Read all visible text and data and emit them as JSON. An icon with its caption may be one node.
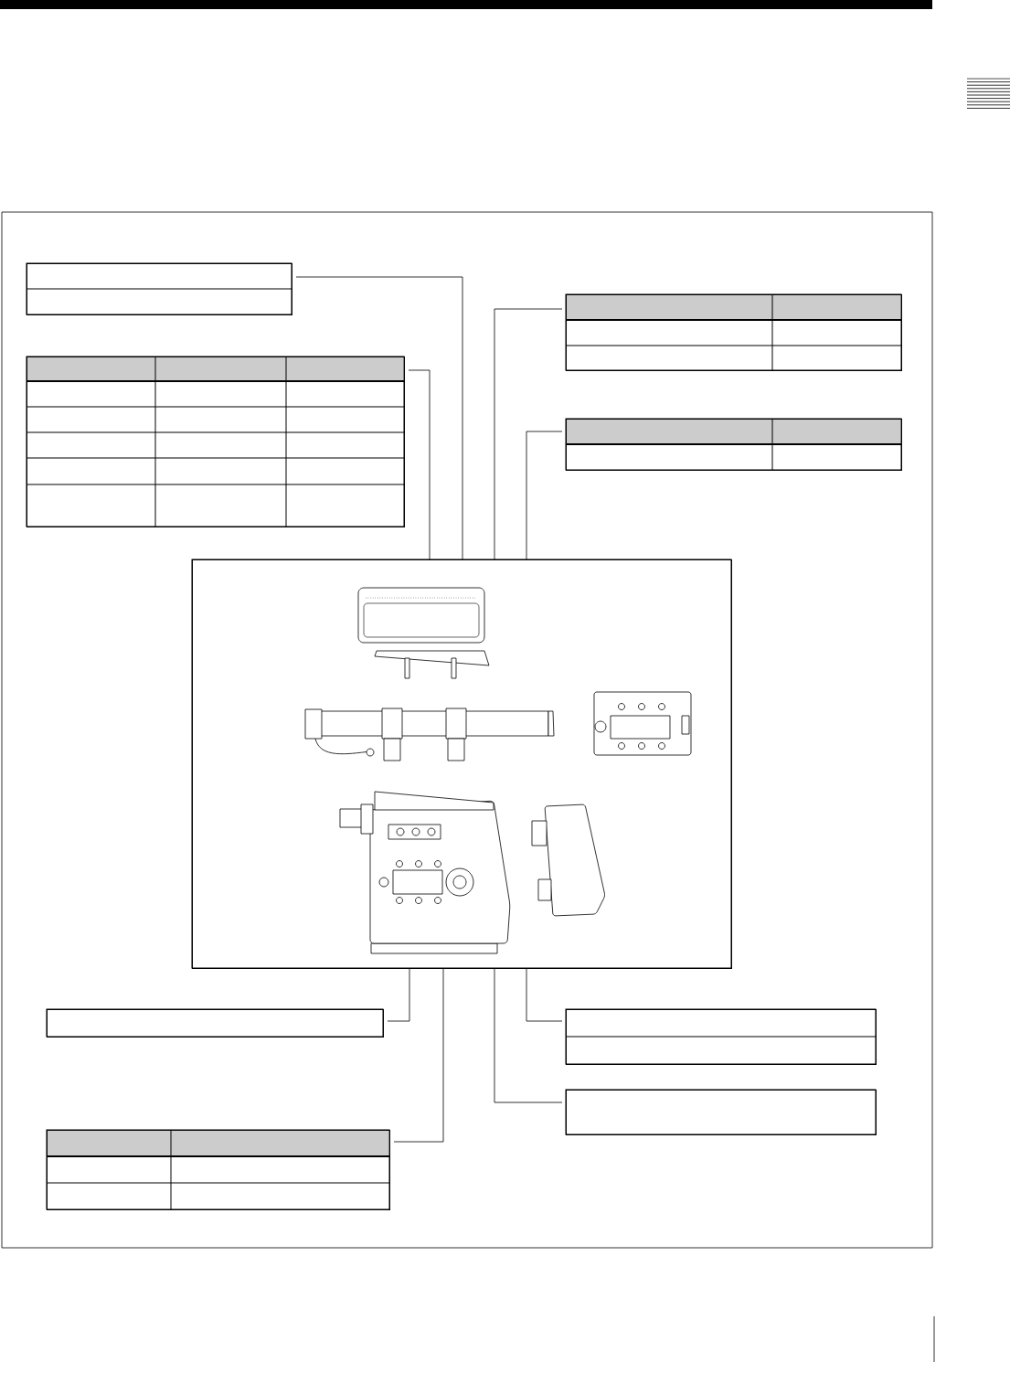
{
  "diagram": {
    "nodes": [
      {
        "text": [],
        "shape": "box"
      },
      {
        "text": [],
        "shape": "box"
      },
      {
        "text": [],
        "shape": "box"
      },
      {
        "text": [],
        "shape": "box"
      },
      {
        "text": [],
        "shape": "box"
      },
      {
        "text": [],
        "shape": "box"
      },
      {
        "text": [],
        "shape": "box"
      },
      {
        "text": [],
        "shape": "box"
      },
      {
        "text": [],
        "shape": "box"
      }
    ],
    "edges": [
      {
        "from": 0,
        "to": 4,
        "arrow": "none"
      },
      {
        "from": 1,
        "to": 4,
        "arrow": "none"
      },
      {
        "from": 2,
        "to": 4,
        "arrow": "none"
      },
      {
        "from": 3,
        "to": 4,
        "arrow": "none"
      },
      {
        "from": 5,
        "to": 4,
        "arrow": "none"
      },
      {
        "from": 6,
        "to": 4,
        "arrow": "none"
      },
      {
        "from": 7,
        "to": 4,
        "arrow": "none"
      },
      {
        "from": 8,
        "to": 4,
        "arrow": "none"
      }
    ]
  }
}
